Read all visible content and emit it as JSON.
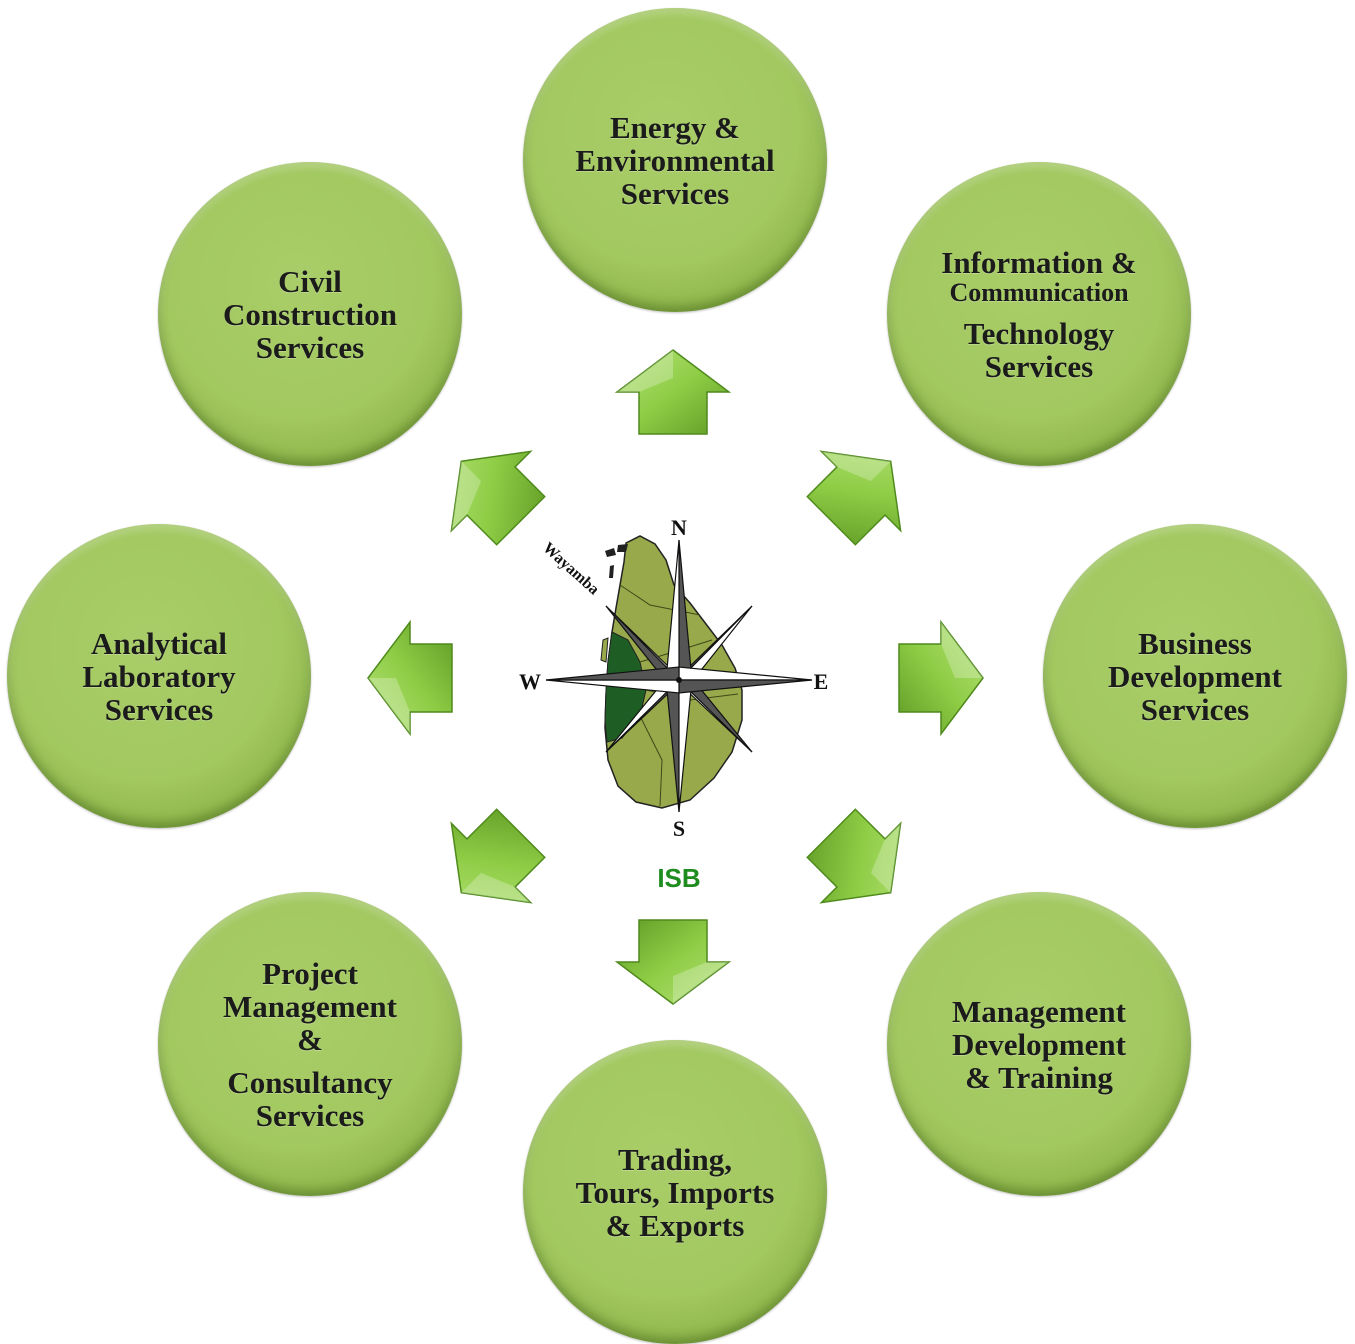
{
  "nodes": {
    "energy": {
      "l1": "Energy &",
      "l2": "Environmental",
      "l3": "Services"
    },
    "ict": {
      "l1": "Information &",
      "l2": "Communication",
      "l3": "Technology",
      "l4": "Services"
    },
    "business": {
      "l1": "Business",
      "l2": "Development",
      "l3": "Services"
    },
    "management": {
      "l1": "Management",
      "l2": "Development",
      "l3": "& Training"
    },
    "trading": {
      "l1": "Trading,",
      "l2": "Tours, Imports",
      "l3": "& Exports"
    },
    "project": {
      "l1": "Project",
      "l2": "Management",
      "l3": "&",
      "l4": "Consultancy",
      "l5": "Services"
    },
    "analytical": {
      "l1": "Analytical",
      "l2": "Laboratory",
      "l3": "Services"
    },
    "civil": {
      "l1": "Civil",
      "l2": "Construction",
      "l3": "Services"
    }
  },
  "center": {
    "region_label": "Wayamba",
    "compass": {
      "n": "N",
      "s": "S",
      "e": "E",
      "w": "W"
    },
    "brand": "ISB",
    "brand_color": "#1e8c1e"
  },
  "colors": {
    "node_fill": "#a2c860",
    "arrow_fill": "#8fcd46",
    "map_fill": "#97a94a",
    "map_region": "#1e5e24"
  },
  "icons": [
    "arrow-north-icon",
    "arrow-northeast-icon",
    "arrow-east-icon",
    "arrow-southeast-icon",
    "arrow-south-icon",
    "arrow-southwest-icon",
    "arrow-west-icon",
    "arrow-northwest-icon",
    "compass-rose-icon",
    "sri-lanka-map-icon"
  ]
}
